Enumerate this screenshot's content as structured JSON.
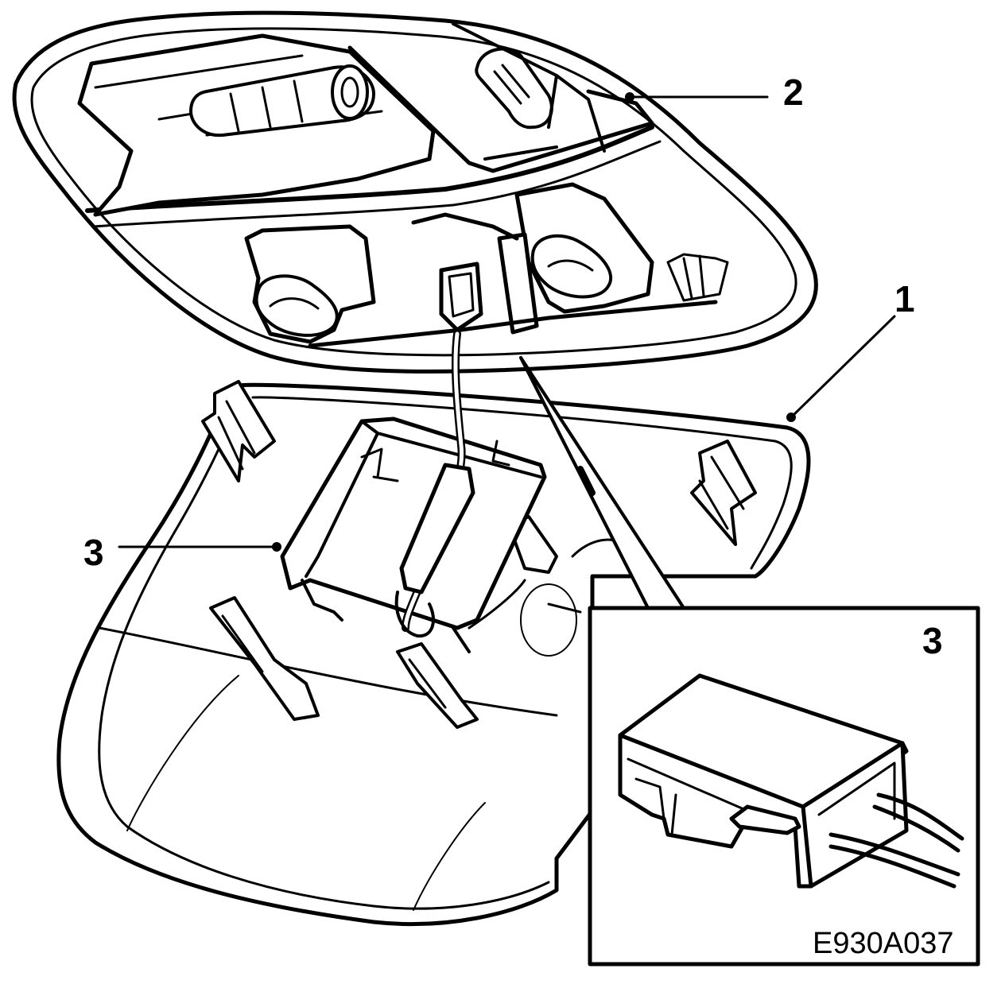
{
  "callouts": {
    "one": "1",
    "two": "2",
    "three_main": "3",
    "three_inset": "3"
  },
  "figure_code": "E930A037",
  "colors": {
    "ink": "#000000",
    "paper": "#ffffff"
  }
}
